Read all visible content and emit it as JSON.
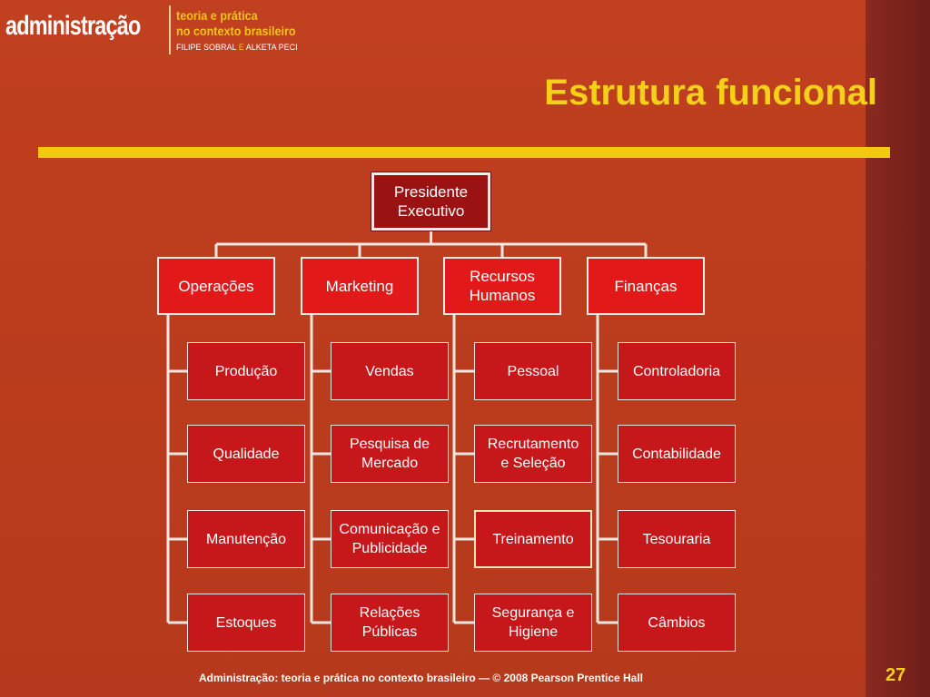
{
  "header": {
    "logo_word": "administração",
    "logo_sub_line1": "teoria e prática",
    "logo_sub_line2": "no contexto brasileiro",
    "authors_a": "FILIPE SOBRAL",
    "authors_amp": "E",
    "authors_b": "ALKETA PECI"
  },
  "title": "Estrutura funcional",
  "org": {
    "ceo": "Presidente\nExecutivo",
    "departments": [
      {
        "name": "Operações",
        "units": [
          "Produção",
          "Qualidade",
          "Manutenção",
          "Estoques"
        ]
      },
      {
        "name": "Marketing",
        "units": [
          "Vendas",
          "Pesquisa de\nMercado",
          "Comunicação e\nPublicidade",
          "Relações\nPúblicas"
        ]
      },
      {
        "name": "Recursos\nHumanos",
        "units": [
          "Pessoal",
          "Recrutamento\ne Seleção",
          "Treinamento",
          "Segurança e\nHigiene"
        ]
      },
      {
        "name": "Finanças",
        "units": [
          "Controladoria",
          "Contabilidade",
          "Tesouraria",
          "Câmbios"
        ]
      }
    ]
  },
  "footer": "Administração: teoria e prática no contexto brasileiro — © 2008 Pearson Prentice Hall",
  "page_number": "27",
  "colors": {
    "background": "#b83a1e",
    "accent": "#f2c811",
    "ceo_box": "#9a1212",
    "department_box": "#e11919",
    "unit_box": "#c6181b"
  }
}
